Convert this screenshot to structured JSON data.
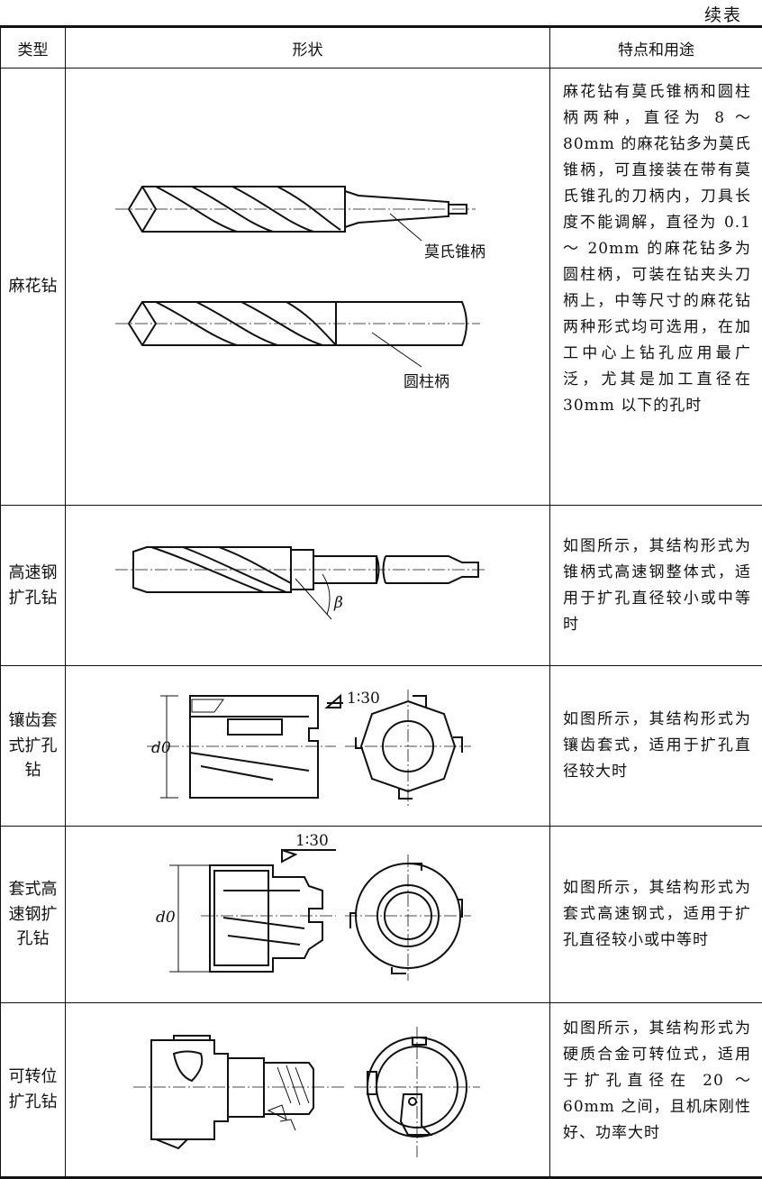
{
  "continued": "续表",
  "headers": {
    "type": "类型",
    "shape": "形状",
    "features": "特点和用途"
  },
  "rows": [
    {
      "type": "麻花钻",
      "labels": [
        "莫氏锥柄",
        "圆柱柄"
      ],
      "desc": "麻花钻有莫氏锥柄和圆柱柄两种，直径为 8 ～ 80mm 的麻花钻多为莫氏锥柄，可直接装在带有莫氏锥孔的刀柄内，刀具长度不能调解，直径为 0.1 ～ 20mm 的麻花钻多为圆柱柄，可装在钻夹头刀柄上，中等尺寸的麻花钻两种形式均可选用，在加工中心上钻孔应用最广泛，尤其是加工直径在 30mm 以下的孔时"
    },
    {
      "type": "高速钢扩孔钻",
      "labels": [
        "β"
      ],
      "desc": "如图所示，其结构形式为锥柄式高速钢整体式，适用于扩孔直径较小或中等时"
    },
    {
      "type": "镶齿套式扩孔钻",
      "labels": [
        "1∶30",
        "d0"
      ],
      "desc": "如图所示，其结构形式为镶齿套式，适用于扩孔直径较大时"
    },
    {
      "type": "套式高速钢扩孔钻",
      "labels": [
        "1∶30",
        "d0"
      ],
      "desc": "如图所示，其结构形式为套式高速钢式，适用于扩孔直径较小或中等时"
    },
    {
      "type": "可转位扩孔钻",
      "labels": [],
      "desc": "如图所示，其结构形式为硬质合金可转位式，适用于扩孔直径在 20 ～ 60mm 之间，且机床刚性好、功率大时"
    }
  ]
}
